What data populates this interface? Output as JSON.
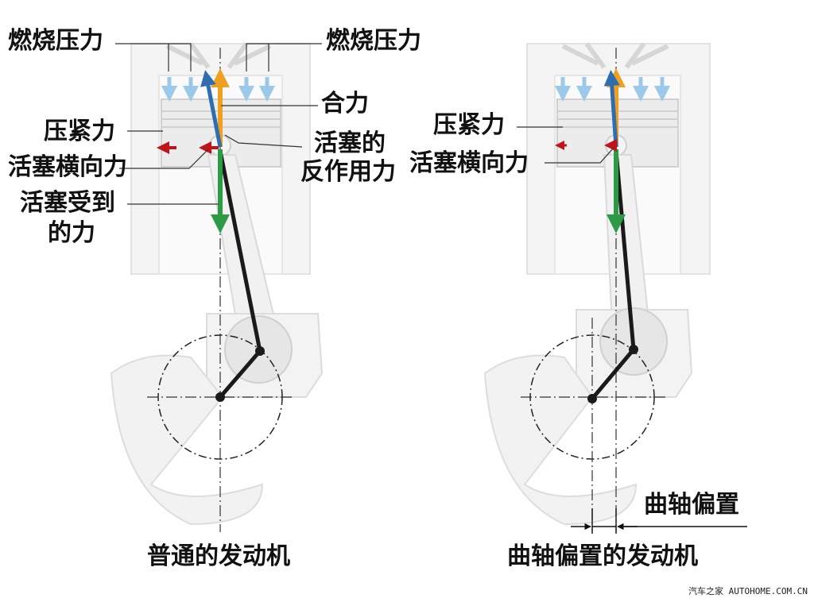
{
  "left": {
    "combustion_left": "燃烧压力",
    "combustion_right": "燃烧压力",
    "resultant": "合力",
    "clamping": "压紧力",
    "reaction_1": "活塞的",
    "reaction_2": "反作用力",
    "lateral": "活塞横向力",
    "received_1": "活塞受到",
    "received_2": "的力",
    "caption": "普通的发动机"
  },
  "right": {
    "clamping": "压紧力",
    "lateral": "活塞横向力",
    "offset": "曲轴偏置",
    "caption": "曲轴偏置的发动机"
  },
  "watermark": "汽车之家 AUTOHOME.COM.CN",
  "colors": {
    "pressure_arrow": "#9cc9ea",
    "resultant_arrow": "#f0a020",
    "reaction_arrow": "#2e6db0",
    "piston_force_arrow": "#2e9a48",
    "lateral_arrow": "#c0141a",
    "rod": "#1a1a1a",
    "engine_outline": "#d8d8d8"
  }
}
